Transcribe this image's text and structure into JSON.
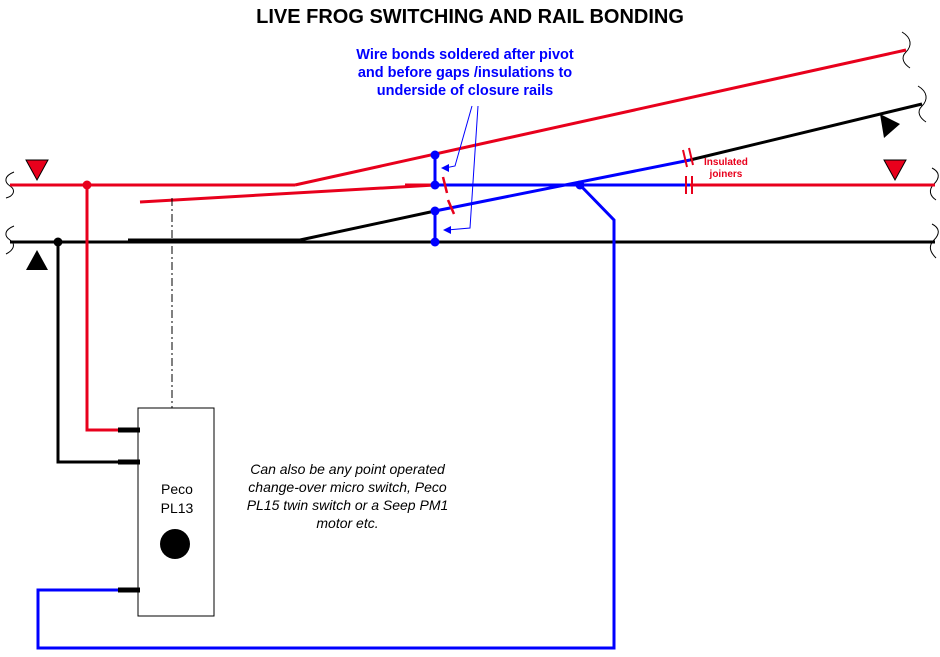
{
  "title": "LIVE FROG SWITCHING AND RAIL BONDING",
  "callout": {
    "lines": [
      "Wire bonds soldered after pivot",
      "and before gaps /insulations to",
      "underside of closure rails"
    ]
  },
  "insulated_label": {
    "lines": [
      "Insulated",
      "joiners"
    ]
  },
  "switch_box": {
    "lines": [
      "Peco",
      "PL13"
    ]
  },
  "note": {
    "lines": [
      "Can also be any point operated",
      "change-over micro switch, Peco",
      "PL15 twin switch or a Seep PM1",
      "motor etc."
    ]
  },
  "colors": {
    "red": "#e8001c",
    "blue": "#0000ff",
    "black": "#000000"
  }
}
